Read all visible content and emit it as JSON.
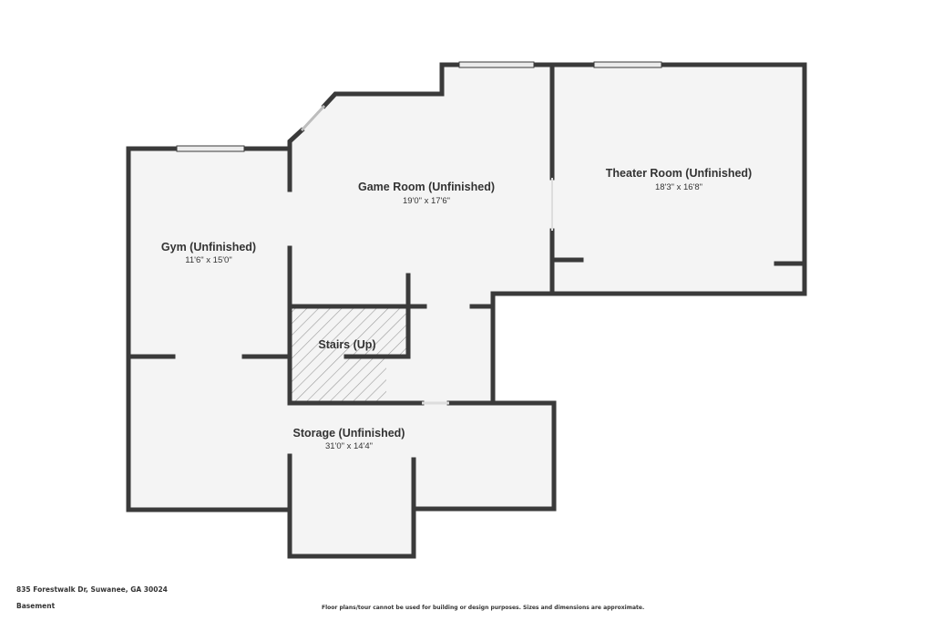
{
  "colors": {
    "wall": "#3a3a3a",
    "floor": "#f4f4f4",
    "window": "#cfcfcf",
    "stair_hatch": "#9a9a9a"
  },
  "rooms": [
    {
      "name": "Game Room (Unfinished)",
      "dims": "19'0\" x 17'6\""
    },
    {
      "name": "Theater Room (Unfinished)",
      "dims": "18'3\" x 16'8\""
    },
    {
      "name": "Gym (Unfinished)",
      "dims": "11'6\" x 15'0\""
    },
    {
      "name": "Stairs (Up)",
      "dims": ""
    },
    {
      "name": "Storage (Unfinished)",
      "dims": "31'0\" x 14'4\""
    }
  ],
  "footer": {
    "address": "835 Forestwalk Dr, Suwanee, GA 30024",
    "level": "Basement",
    "disclaimer": "Floor plans/tour cannot be used for building or design purposes. Sizes and dimensions are approximate."
  }
}
